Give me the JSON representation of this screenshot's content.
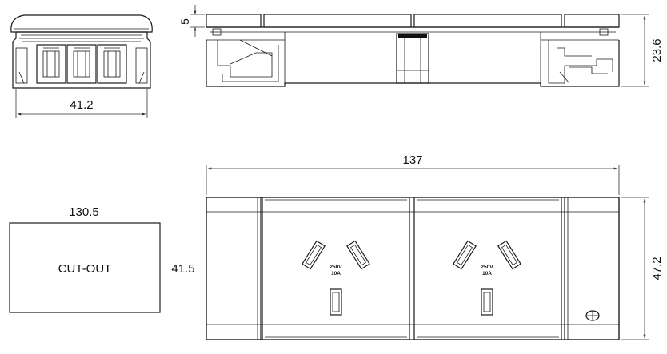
{
  "dimensions": {
    "front_width": "41.2",
    "side_lip": "5",
    "side_height": "23.6",
    "overall_length": "137",
    "cutout_width": "130.5",
    "cutout_height": "41.5",
    "overall_height": "47.2"
  },
  "labels": {
    "cutout": "CUT-OUT",
    "socket_rating_line1": "250V",
    "socket_rating_line2": "10A"
  }
}
